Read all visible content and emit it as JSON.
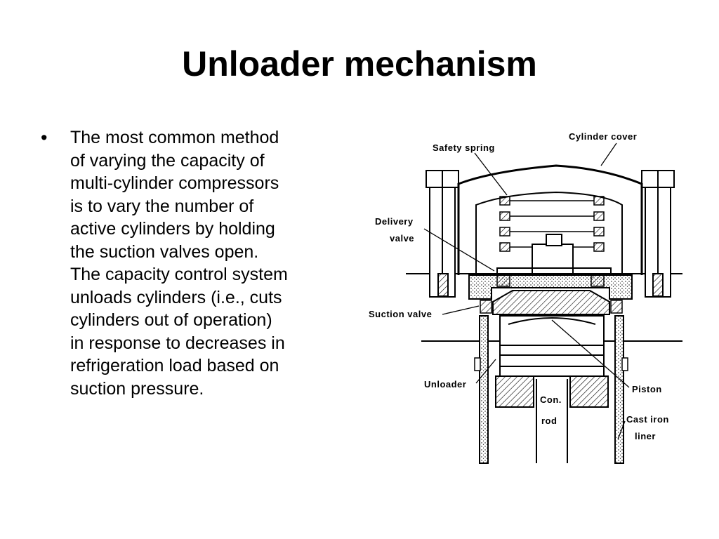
{
  "slide": {
    "title": "Unloader mechanism",
    "bullet": {
      "marker": "•",
      "lines": [
        "The most common method",
        "of varying the capacity of",
        "multi-cylinder compressors",
        "is to vary the number of",
        "active cylinders by holding",
        "the suction valves open.",
        "The capacity control system",
        "unloads cylinders (i.e., cuts",
        "cylinders out of operation)",
        "in response to decreases in",
        "refrigeration load based on",
        "suction pressure."
      ]
    }
  },
  "diagram": {
    "labels": {
      "cylinder_cover": "Cylinder cover",
      "safety_spring": "Safety spring",
      "delivery_1": "Delivery",
      "delivery_2": "valve",
      "suction_valve": "Suction valve",
      "unloader": "Unloader",
      "piston": "Piston",
      "con_rod_1": "Con.",
      "con_rod_2": "rod",
      "cast_iron_1": "Cast iron",
      "cast_iron_2": "liner"
    }
  }
}
